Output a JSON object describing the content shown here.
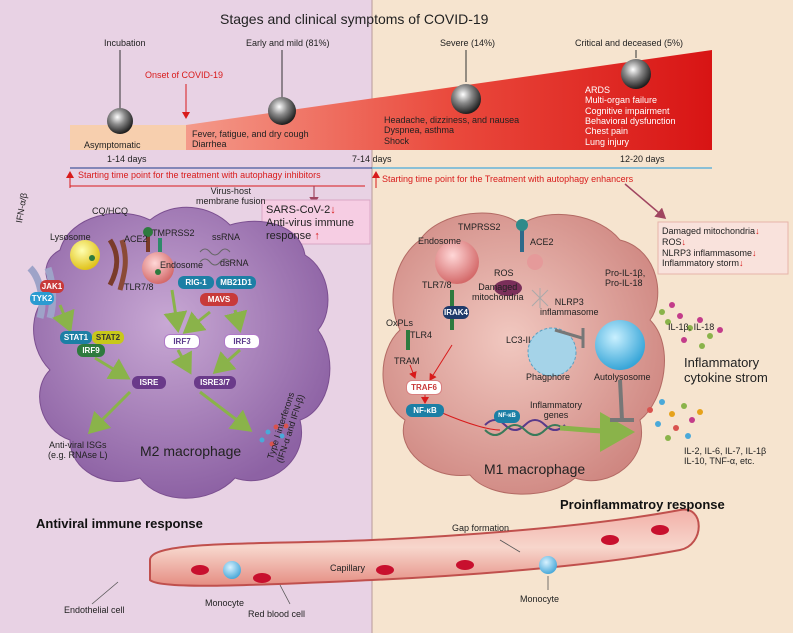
{
  "title": "Stages and clinical symptoms of COVID-19",
  "stages": {
    "incubation": "Incubation",
    "early": "Early and mild (81%)",
    "severe": "Severe (14%)",
    "critical": "Critical and deceased  (5%)",
    "onset": "Onset of COVID-19"
  },
  "symptoms": {
    "asymptomatic": "Asymptomatic",
    "early": "Fever, fatigue, and dry cough\nDiarrhea",
    "severe": "Headache, dizziness, and nausea\nDyspnea, asthma\nShock",
    "critical": "ARDS\nMulti-organ failure\nCognitive impairment\nBehavioral dysfunction\nChest pain\nLung injury"
  },
  "timeline": {
    "d1": "1-14 days",
    "d2": "7-14 days",
    "d3": "12-20 days"
  },
  "treatment": {
    "inhibitors": "Starting time point for the treatment with autophagy inhibitors",
    "enhancers": "Starting time point for the Treatment with autophagy enhancers"
  },
  "left_box": {
    "l1": "SARS-CoV-2",
    "l2": "Anti-virus immune",
    "l3": "response",
    "down": "↓",
    "up": "↑"
  },
  "right_box": {
    "l1": "Damaged mitochondria",
    "l2": "ROS",
    "l3": "NLRP3 inflammasome",
    "l4": "Inflammatory storm",
    "down": "↓"
  },
  "left_cell": {
    "cq": "CQ/HCQ",
    "lysosome": "Lysosome",
    "ace2": "ACE2",
    "tmprss2": "TMPRSS2",
    "fusion": "Virus-host\nmembrane fusion",
    "ssrna": "ssRNA",
    "dsrna": "dsRNA",
    "endosome": "Endosome",
    "tlr78": "TLR7/8",
    "rig1": "RIG-1",
    "mb21d1": "MB21D1",
    "mavs": "MAVS",
    "ifnab": "IFN-α/β",
    "jak1": "JAK1",
    "tyk2": "TYK2",
    "stat1": "STAT1",
    "stat2": "STAT2",
    "irf9": "IRF9",
    "irf7": "IRF7",
    "irf3": "IRF3",
    "isre": "ISRE",
    "isre37": "ISRE3/7",
    "antiviral": "Anti-viral ISGs\n(e.g. RNAse L)",
    "type1": "Type I interferons\n(IFN-α and IFN-β)",
    "name": "M2 macrophage"
  },
  "right_cell": {
    "tmprss2": "TMPRSS2",
    "ace2": "ACE2",
    "endosome": "Endosome",
    "ros": "ROS",
    "damaged": "Damaged\nmitochondria",
    "tlr78": "TLR7/8",
    "irak4": "IRAK4",
    "oxpls": "OxPLs",
    "tlr4": "TLR4",
    "tram": "TRAM",
    "traf6": "TRAF6",
    "nfkb": "NF-κB",
    "nfkb_small": "NF-κB",
    "genes": "Inflammatory\ngenes",
    "prol": "Pro-IL-1β,\nPro-IL-18",
    "nlrp3": "NLRP3\ninflammasome",
    "lc3": "LC3-II",
    "phagophore": "Phagphore",
    "autolysosome": "Autolysosome",
    "il1b18": "IL-1β, IL-18",
    "storm": "Inflammatory\ncytokine strom",
    "cytokines": "IL-2, IL-6, IL-7, IL-1β\nIL-10, TNF-α, etc.",
    "name": "M1 macrophage"
  },
  "responses": {
    "antiviral": "Antiviral immune response",
    "proinflammatory": "Proinflammatroy response"
  },
  "capillary": {
    "gap": "Gap formation",
    "capillary": "Capillary",
    "endothelial": "Endothelial cell",
    "monocyte1": "Monocyte",
    "monocyte2": "Monocyte",
    "rbc": "Red blood cell"
  },
  "colors": {
    "left_panel": "#e8d2e4",
    "right_panel": "#f6e4cf",
    "m2_cell": "#9d74b0",
    "m1_cell": "#d99a94",
    "severity_red": "#e0261f",
    "asymptomatic": "#f7cfae",
    "teal_label": "#1c7fa5",
    "capillary": "#d94c4c"
  }
}
